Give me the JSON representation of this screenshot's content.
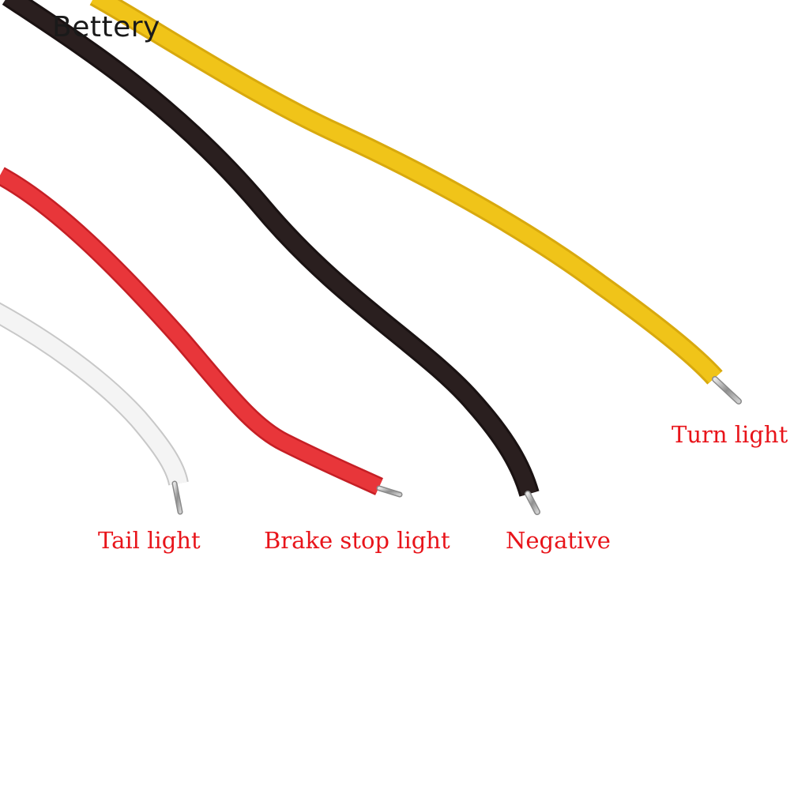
{
  "watermark": "Bettery",
  "label_color": "#e8141a",
  "wires": [
    {
      "id": "yellow",
      "color": "#f0c419",
      "label": "Turn light"
    },
    {
      "id": "black",
      "color": "#2a1f1f",
      "label": "Negative"
    },
    {
      "id": "red",
      "color": "#e8363a",
      "label": "Brake stop light"
    },
    {
      "id": "white",
      "color": "#f4f4f4",
      "label": "Tail light"
    }
  ],
  "conductor_color": "#9a9a9a"
}
